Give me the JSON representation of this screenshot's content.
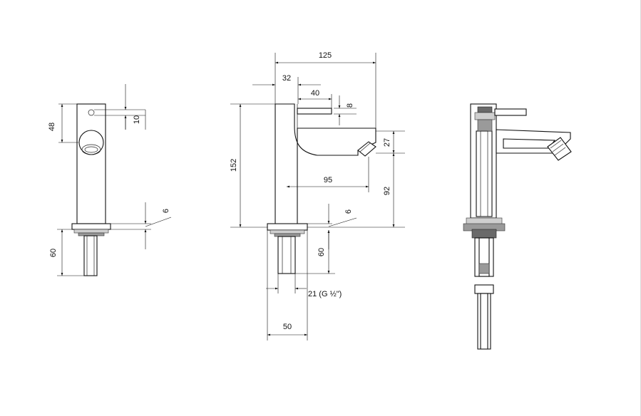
{
  "side_view": {
    "dim_height_head": "48",
    "dim_hole": "10",
    "dim_base_offset": "6",
    "dim_shank_length": "60"
  },
  "front_view": {
    "dim_total_width": "125",
    "dim_body_width": "32",
    "dim_lever_length": "40",
    "dim_lever_height": "8",
    "dim_spout_height": "27",
    "dim_total_height": "152",
    "dim_spout_reach": "95",
    "dim_outlet_height": "92",
    "dim_base_offset": "6",
    "dim_shank_length": "60",
    "dim_thread": "21 (G ½\")",
    "dim_base_width": "50"
  }
}
